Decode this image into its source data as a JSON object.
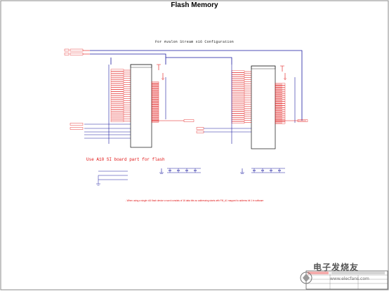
{
  "sheet": {
    "title": "Flash Memory",
    "subtitle": "For Avalon Stream x16 Configuration",
    "note": "Use A10 SI board part for flash",
    "footnote": "- When using a single x16 flash device a word consists of 16 data bits so addressing starts with FM_A1 mapped to address bit 1 in software",
    "watermark": "电子发烧友",
    "watermark_url": "www.elecfans.com"
  },
  "colors": {
    "wire": "#1a1aa0",
    "pin": "#e01010",
    "part_outline": "#111111",
    "label": "#e01010"
  },
  "icons": [
    "flash-chip-icon",
    "ground-symbol-icon",
    "power-symbol-icon",
    "watermark-logo-icon"
  ]
}
